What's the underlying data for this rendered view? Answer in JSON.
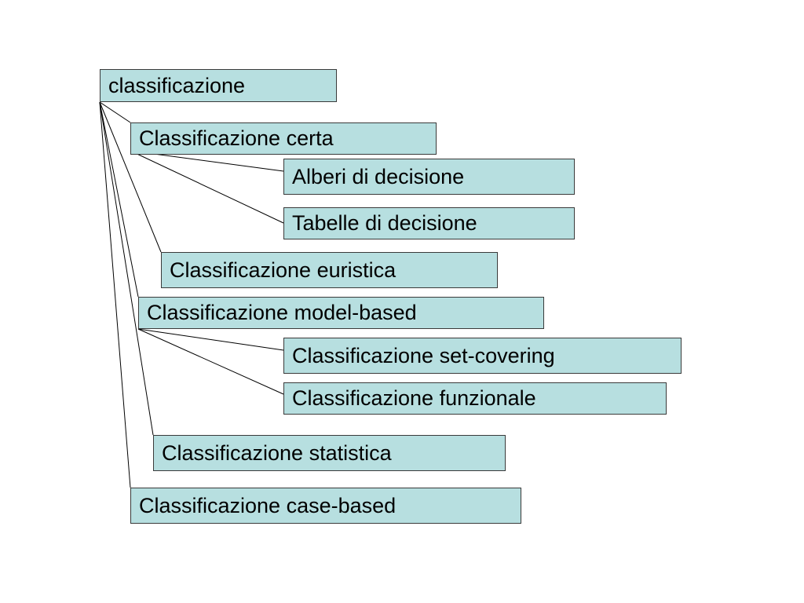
{
  "diagram": {
    "root": {
      "label": "classificazione"
    },
    "nodes": {
      "certa": "Classificazione certa",
      "alberi": "Alberi di decisione",
      "tabelle": "Tabelle di decisione",
      "euristica": "Classificazione euristica",
      "model": "Classificazione model-based",
      "setcov": "Classificazione set-covering",
      "funz": "Classificazione funzionale",
      "stat": "Classificazione statistica",
      "case": "Classificazione case-based"
    },
    "edges": [
      [
        "root",
        "certa"
      ],
      [
        "certa",
        "alberi"
      ],
      [
        "certa",
        "tabelle"
      ],
      [
        "root",
        "euristica"
      ],
      [
        "root",
        "model"
      ],
      [
        "model",
        "setcov"
      ],
      [
        "model",
        "funz"
      ],
      [
        "root",
        "stat"
      ],
      [
        "root",
        "case"
      ]
    ]
  }
}
